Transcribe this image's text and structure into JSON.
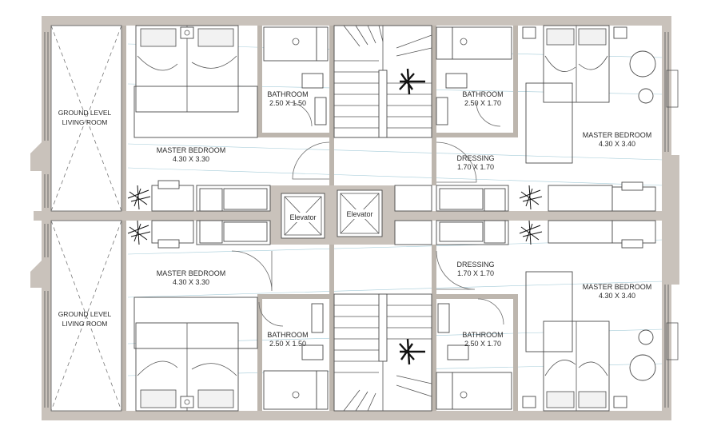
{
  "rooms": {
    "living_top": [
      "GROUND LEVEL",
      "LIVING ROOM"
    ],
    "living_bottom": [
      "GROUND LEVEL",
      "LIVING ROOM"
    ],
    "master_tl": [
      "MASTER BEDROOM",
      "4.30 X 3.30"
    ],
    "master_bl": [
      "MASTER BEDROOM",
      "4.30 X 3.30"
    ],
    "master_tr": [
      "MASTER BEDROOM",
      "4.30 X 3.40"
    ],
    "master_br": [
      "MASTER BEDROOM",
      "4.30 X 3.40"
    ],
    "bath_tl": [
      "BATHROOM",
      "2.50 X 1.50"
    ],
    "bath_tr": [
      "BATHROOM",
      "2.50 X 1.70"
    ],
    "bath_bl": [
      "BATHROOM",
      "2.50 X 1.50"
    ],
    "bath_br": [
      "BATHROOM",
      "2.50 X 1.70"
    ],
    "dress_t": [
      "DRESSING",
      "1.70 X 1.70"
    ],
    "dress_b": [
      "DRESSING",
      "1.70 X 1.70"
    ]
  },
  "elevators": [
    "Elevator",
    "Elevator"
  ],
  "colors": {
    "wall": "#c9c2bb",
    "line": "#4a4a4a",
    "glazing": "#5aa0b8"
  }
}
